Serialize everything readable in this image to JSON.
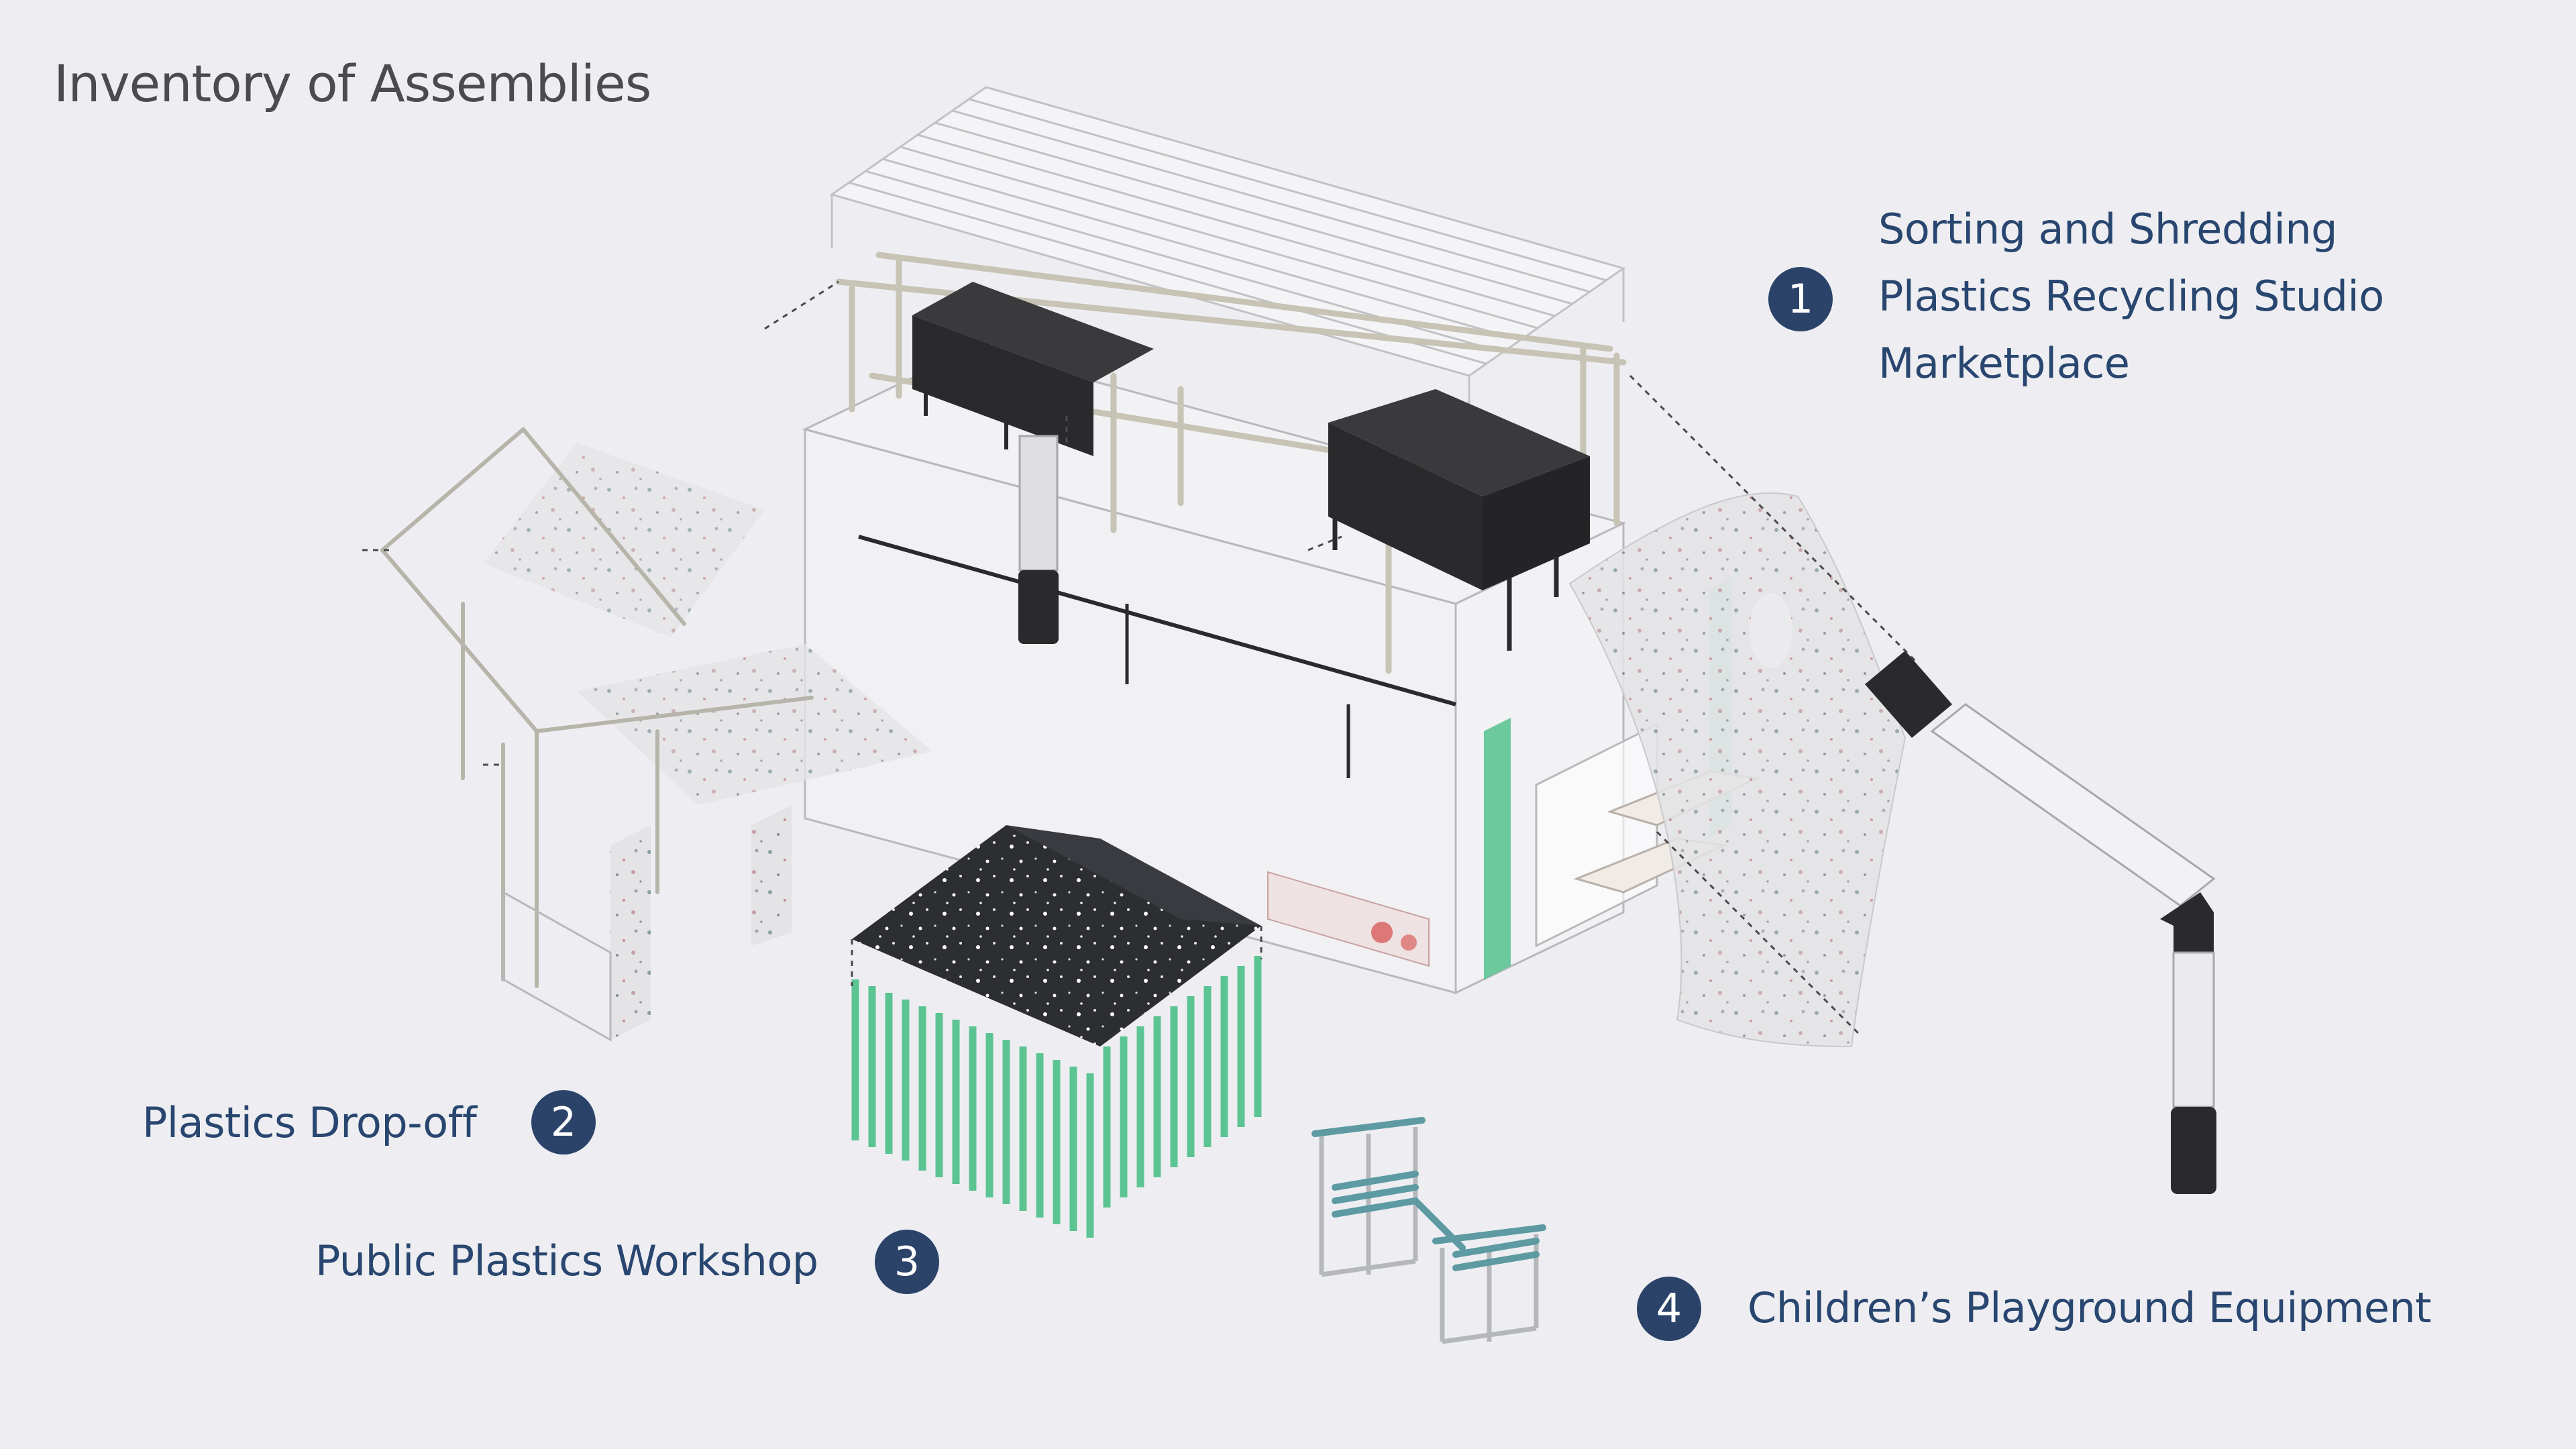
{
  "title": "Inventory of Assemblies",
  "assemblies": [
    {
      "number": "1",
      "lines": [
        "Sorting and Shredding",
        "Plastics Recycling Studio",
        "Marketplace"
      ]
    },
    {
      "number": "2",
      "label": "Plastics Drop-off"
    },
    {
      "number": "3",
      "label": "Public Plastics Workshop"
    },
    {
      "number": "4",
      "label": "Children’s Playground Equipment"
    }
  ],
  "colors": {
    "background": "#eeeef2",
    "badge": "#2b4369",
    "label_text": "#28466f",
    "title_text": "#4a4a50",
    "accent_green": "#5cc493",
    "dark_module": "#2a2a2c"
  }
}
